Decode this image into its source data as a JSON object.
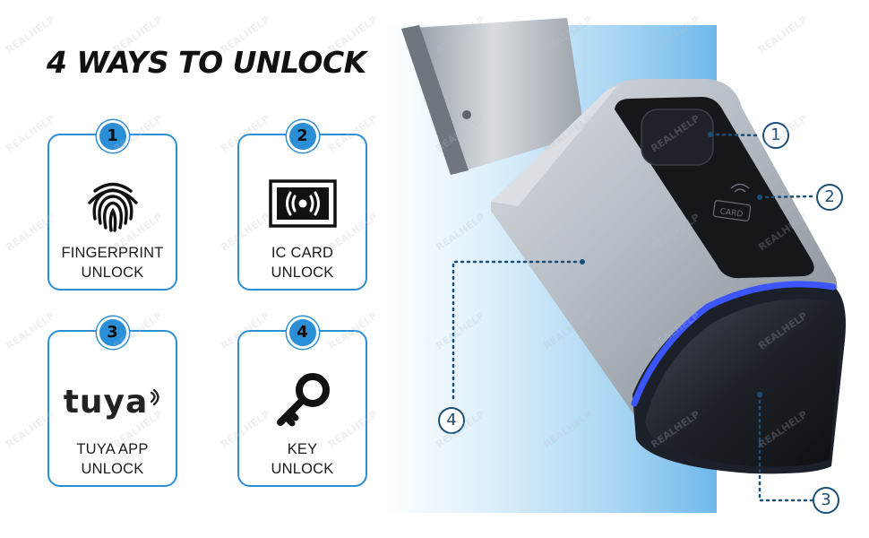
{
  "title": "4 WAYS TO UNLOCK",
  "methods": [
    {
      "number": "1",
      "line1": "FINGERPRINT",
      "line2": "UNLOCK",
      "icon": "fingerprint-icon"
    },
    {
      "number": "2",
      "line1": "IC CARD",
      "line2": "UNLOCK",
      "icon": "rfid-card-icon"
    },
    {
      "number": "3",
      "brand": "tuya",
      "line1": "TUYA APP",
      "line2": "UNLOCK",
      "icon": "tuya-logo"
    },
    {
      "number": "4",
      "line1": "KEY",
      "line2": "UNLOCK",
      "icon": "key-icon"
    }
  ],
  "product": {
    "card_reader_text": "CARD",
    "callouts": [
      "1",
      "2",
      "3",
      "4"
    ]
  },
  "watermark": "REALHELP",
  "colors": {
    "accent": "#2b8fd8",
    "callout": "#1c4f78",
    "led": "#3b56ff",
    "panel": "#6fb8ea"
  }
}
